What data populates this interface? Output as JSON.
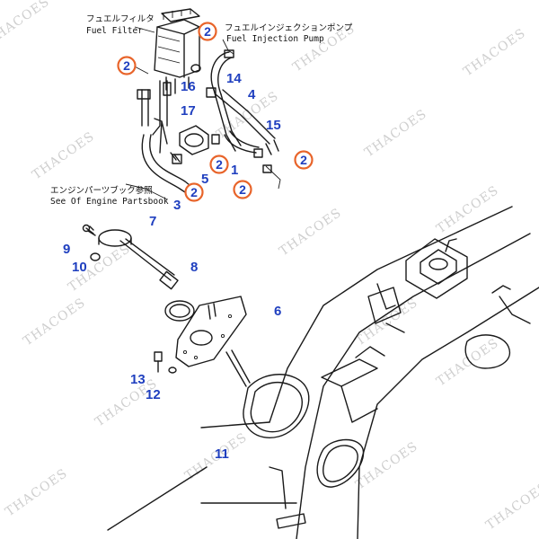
{
  "watermark": "THACOES",
  "labels": {
    "fuel_filter_jp": "フュエルフィルタ",
    "fuel_filter_en": "Fuel Filter",
    "pump_jp": "フュエルインジェクションポンプ",
    "pump_en": "Fuel Injection Pump",
    "engine_book_jp": "エンジンパーツブック参照",
    "engine_book_en": "See Of Engine Partsbook"
  },
  "callouts": [
    "2",
    "2",
    "2",
    "2",
    "2",
    "2"
  ],
  "part_numbers": [
    "16",
    "17",
    "14",
    "4",
    "15",
    "1",
    "5",
    "3",
    "7",
    "9",
    "10",
    "8",
    "6",
    "13",
    "12",
    "11"
  ],
  "colors": {
    "callout_ring": "#e8642a",
    "part_number": "#1f3fbf",
    "line": "#1a1a1a",
    "watermark": "#cfcfcf"
  }
}
